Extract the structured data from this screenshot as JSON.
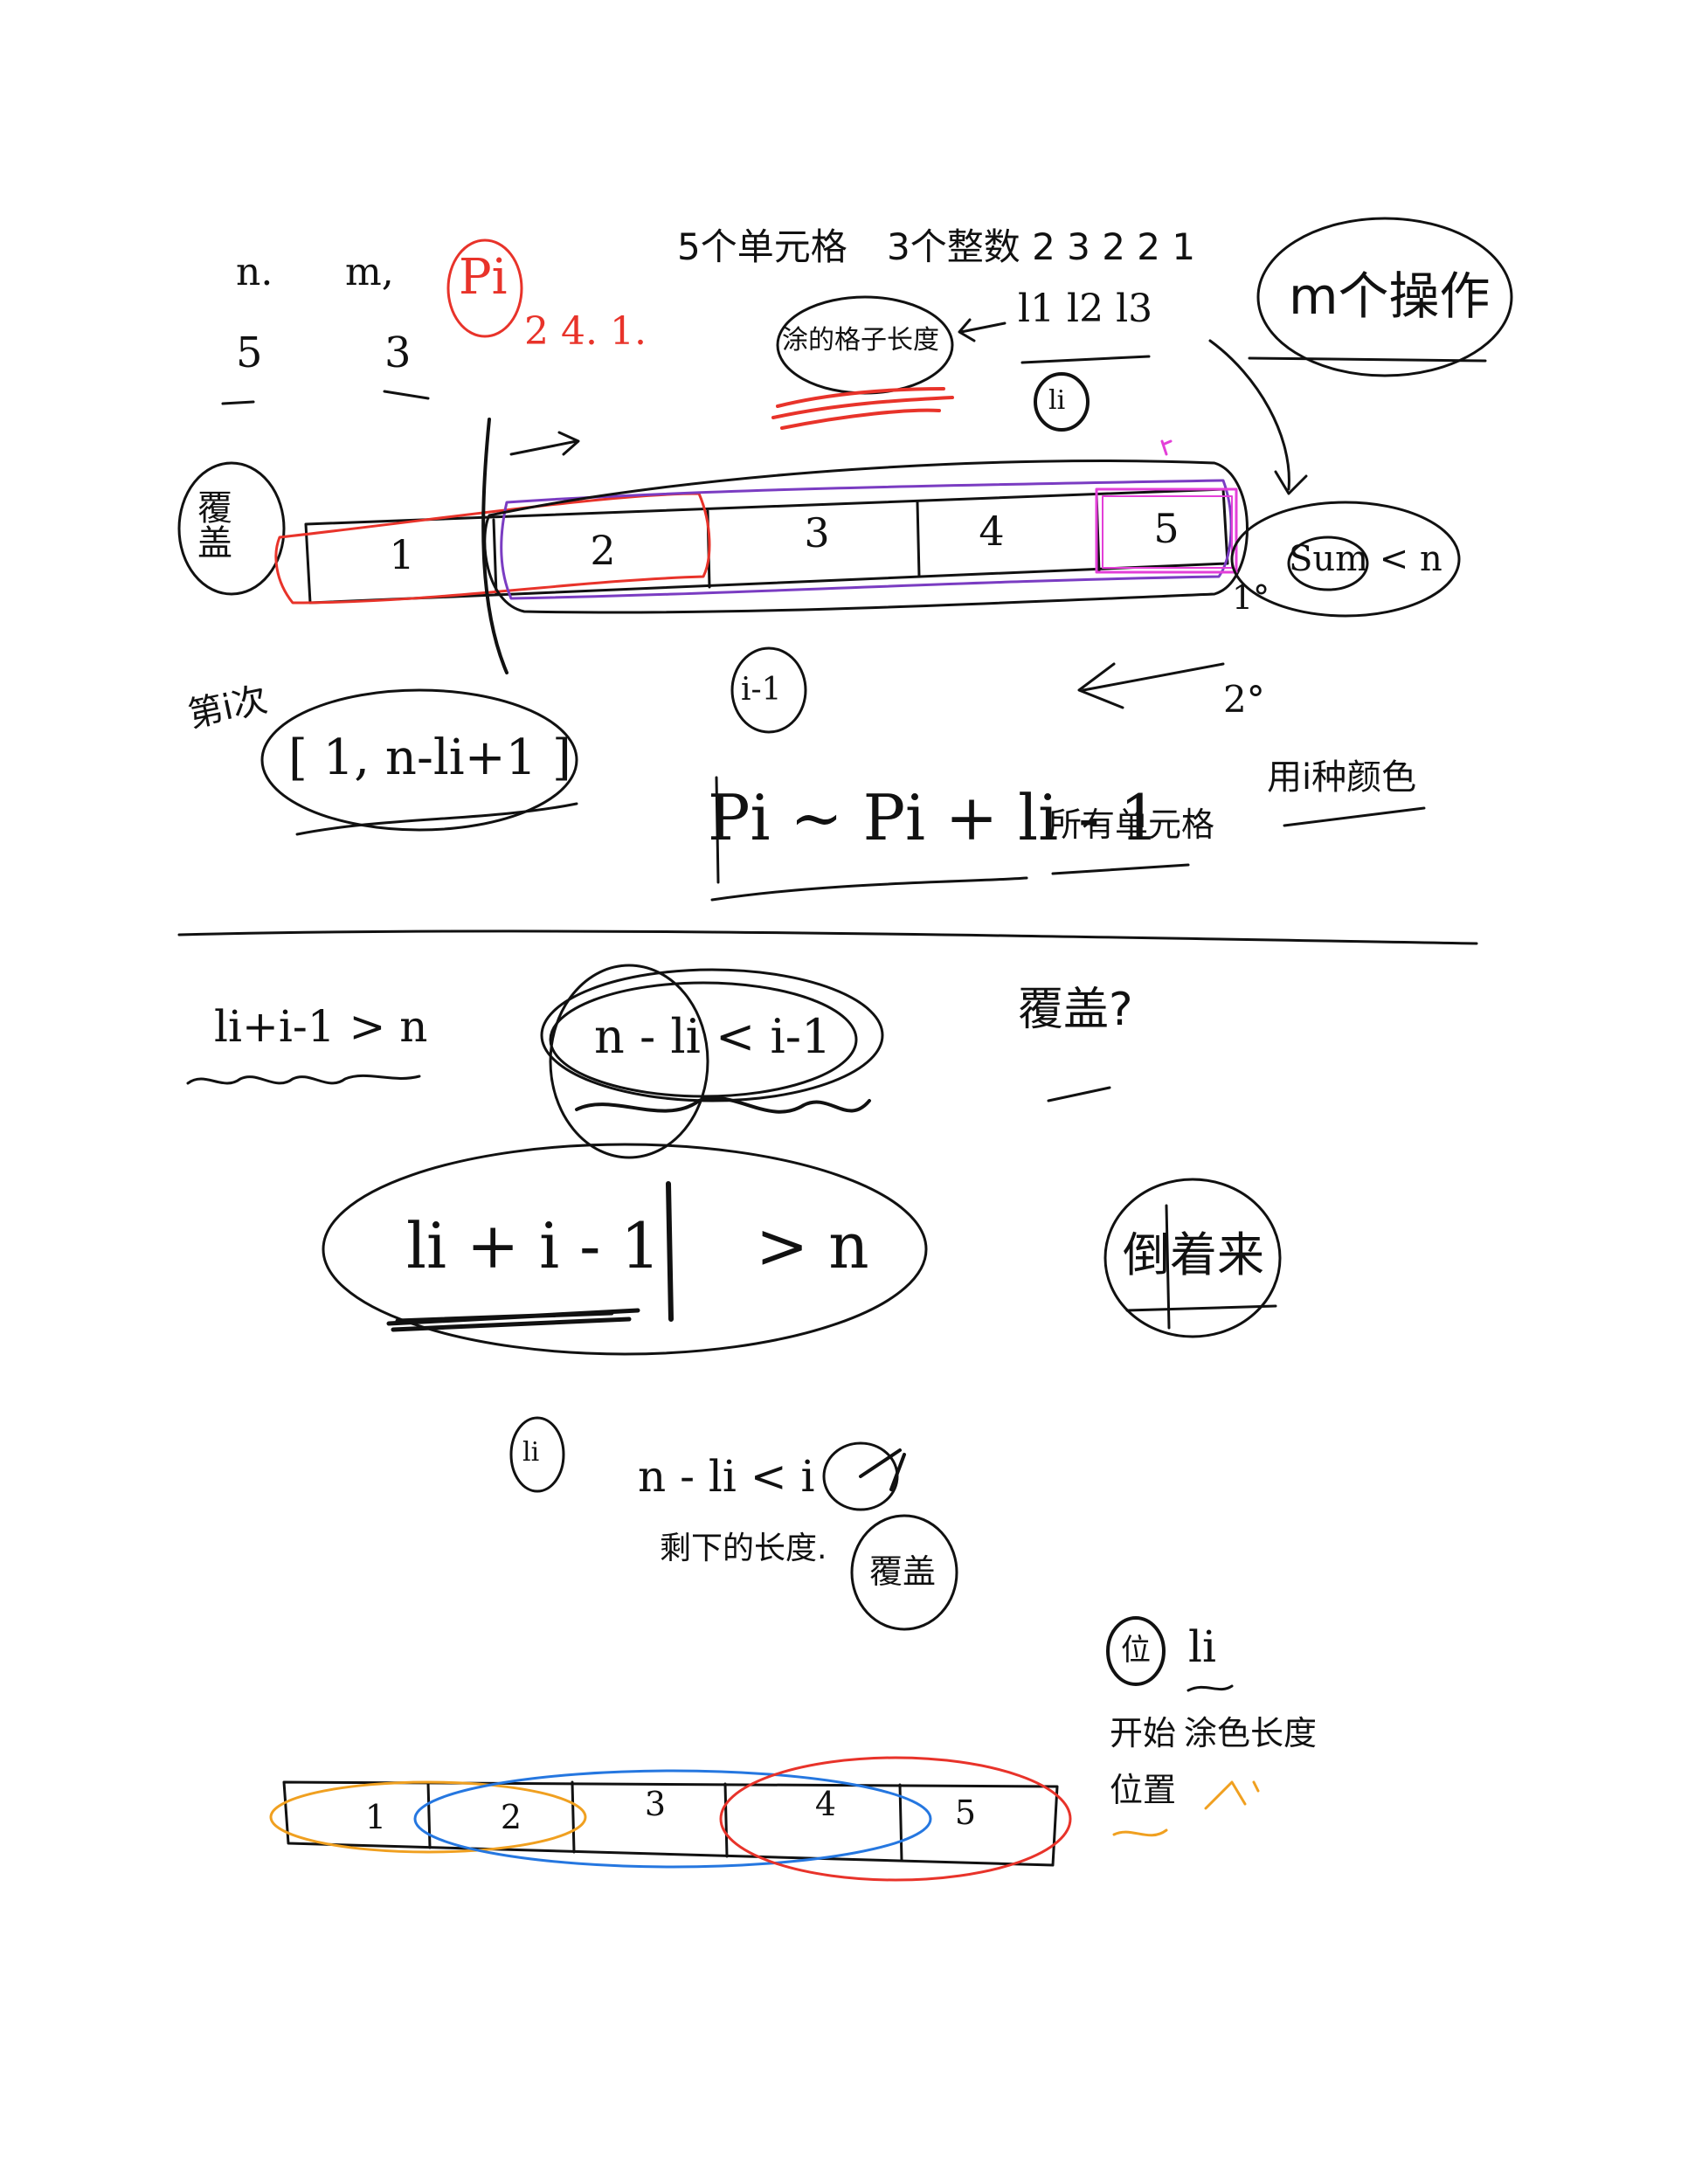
{
  "header": {
    "n_label": "n.",
    "m_label": "m,",
    "p_label": "Pi",
    "n_value": "5",
    "m_value": "3",
    "p_values": "2  4.  1.",
    "cells_text": "5个单元格",
    "ints_text": "3个整数 2 3 2 2 1",
    "li_text": "l1 l2 l3",
    "li_circle": "li",
    "color_len_text": "涂的格子长度",
    "m_ops_text": "m个操作"
  },
  "top_bar": {
    "cells": [
      "1",
      "2",
      "3",
      "4",
      "5"
    ],
    "fugai_text": "覆盖",
    "sum_text": "Sum < n",
    "mark_1": "1°",
    "mark_2": "2°",
    "i1_text": "i-1",
    "di_i_ci": "第i次",
    "range_text": "[ 1,  n-li+1 ]",
    "formula_text": "Pi ~ Pi + li - 1",
    "all_cells_text": "所有单元格",
    "use_color_text": "用i种颜色"
  },
  "bottom": {
    "li_i_gt_n": "li+i-1 > n",
    "n_li_lt": "n - li < i-1",
    "fugai_q": "覆盖?",
    "li_i_1_gt_n_left": "li + i - 1",
    "li_i_1_gt_n_right": "> n",
    "daozhe": "倒着来",
    "li_circle": "li",
    "n_li_lt_i": "n - li  < i",
    "remaining": "剩下的长度.",
    "fugai2": "覆盖",
    "pos_circle": "位",
    "li_label": "li",
    "start_pos": "开始",
    "position": "位置",
    "color_len": "涂色长度"
  },
  "bottom_bar": {
    "cells": [
      "1",
      "2",
      "3",
      "4",
      "5"
    ]
  },
  "colors": {
    "ink": "#111111",
    "red": "#e8332a",
    "purple": "#7a3cc2",
    "magenta": "#e33fd8",
    "orange": "#f0a020",
    "blue": "#2577e0"
  }
}
